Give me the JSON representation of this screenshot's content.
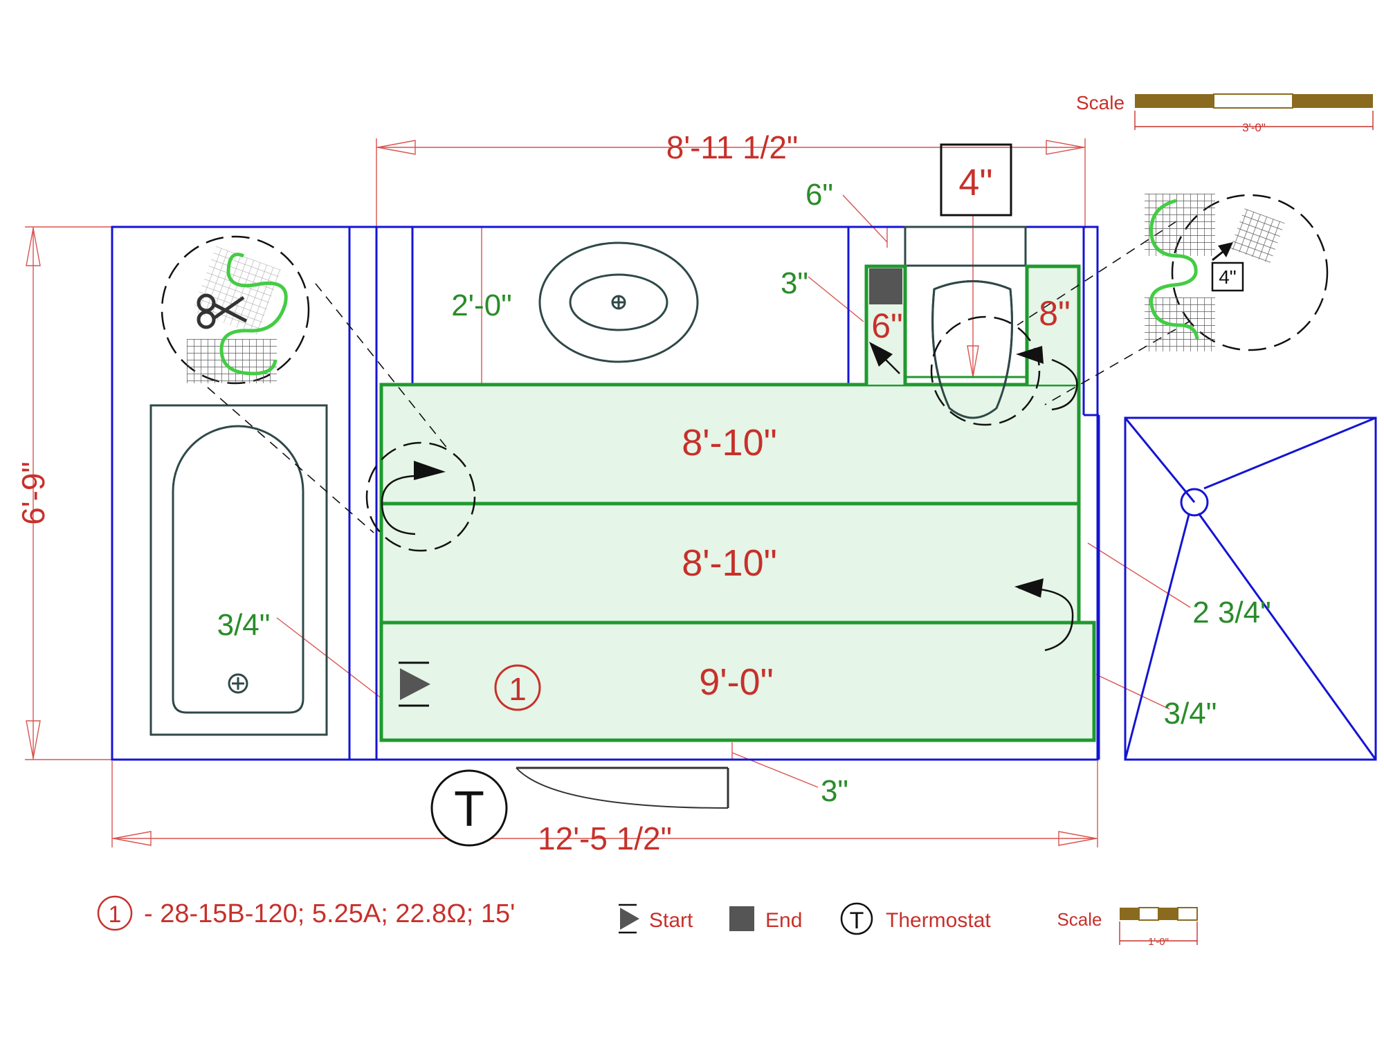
{
  "colors": {
    "wall": "#1414d4",
    "mat_stroke": "#1e9a2e",
    "mat_fill": "#e5f5e7",
    "fixture": "#2f4848",
    "dim_red": "#c7302b",
    "dim_green": "#2a8c2a",
    "scale_brown": "#8a6a1e"
  },
  "dimensions": {
    "overall_top": "8'-11 1/2\"",
    "overall_bottom": "12'-5 1/2\"",
    "overall_left": "6'-9\"",
    "vanity_depth": "2'-0\"",
    "toilet_box": "4\"",
    "offset_6": "6\"",
    "offset_3_top": "3\"",
    "toilet_left": "6\"",
    "toilet_right": "8\"",
    "tub_gap": "3/4\"",
    "right_gap": "2 3/4\"",
    "right_gap_low": "3/4\"",
    "bottom_gap": "3\""
  },
  "mats": [
    {
      "length": "8'-10\""
    },
    {
      "length": "8'-10\""
    },
    {
      "length": "9'-0\""
    }
  ],
  "circuit_number": "1",
  "thermostat_symbol": "T",
  "detail_label": "4\"",
  "scale_top": {
    "label": "Scale",
    "length": "3'-0\""
  },
  "scale_bottom": {
    "label": "Scale",
    "length": "1'-0\""
  },
  "legend": {
    "circuit_marker": "1",
    "circuit_text": "- 28-15B-120; 5.25A; 22.8Ω; 15'",
    "start_label": "Start",
    "end_label": "End",
    "thermostat_marker": "T",
    "thermostat_label": "Thermostat"
  },
  "icons": [
    "scissors-icon",
    "start-triangle-icon",
    "end-square-icon",
    "drain-icon",
    "direction-arrow-icon"
  ]
}
